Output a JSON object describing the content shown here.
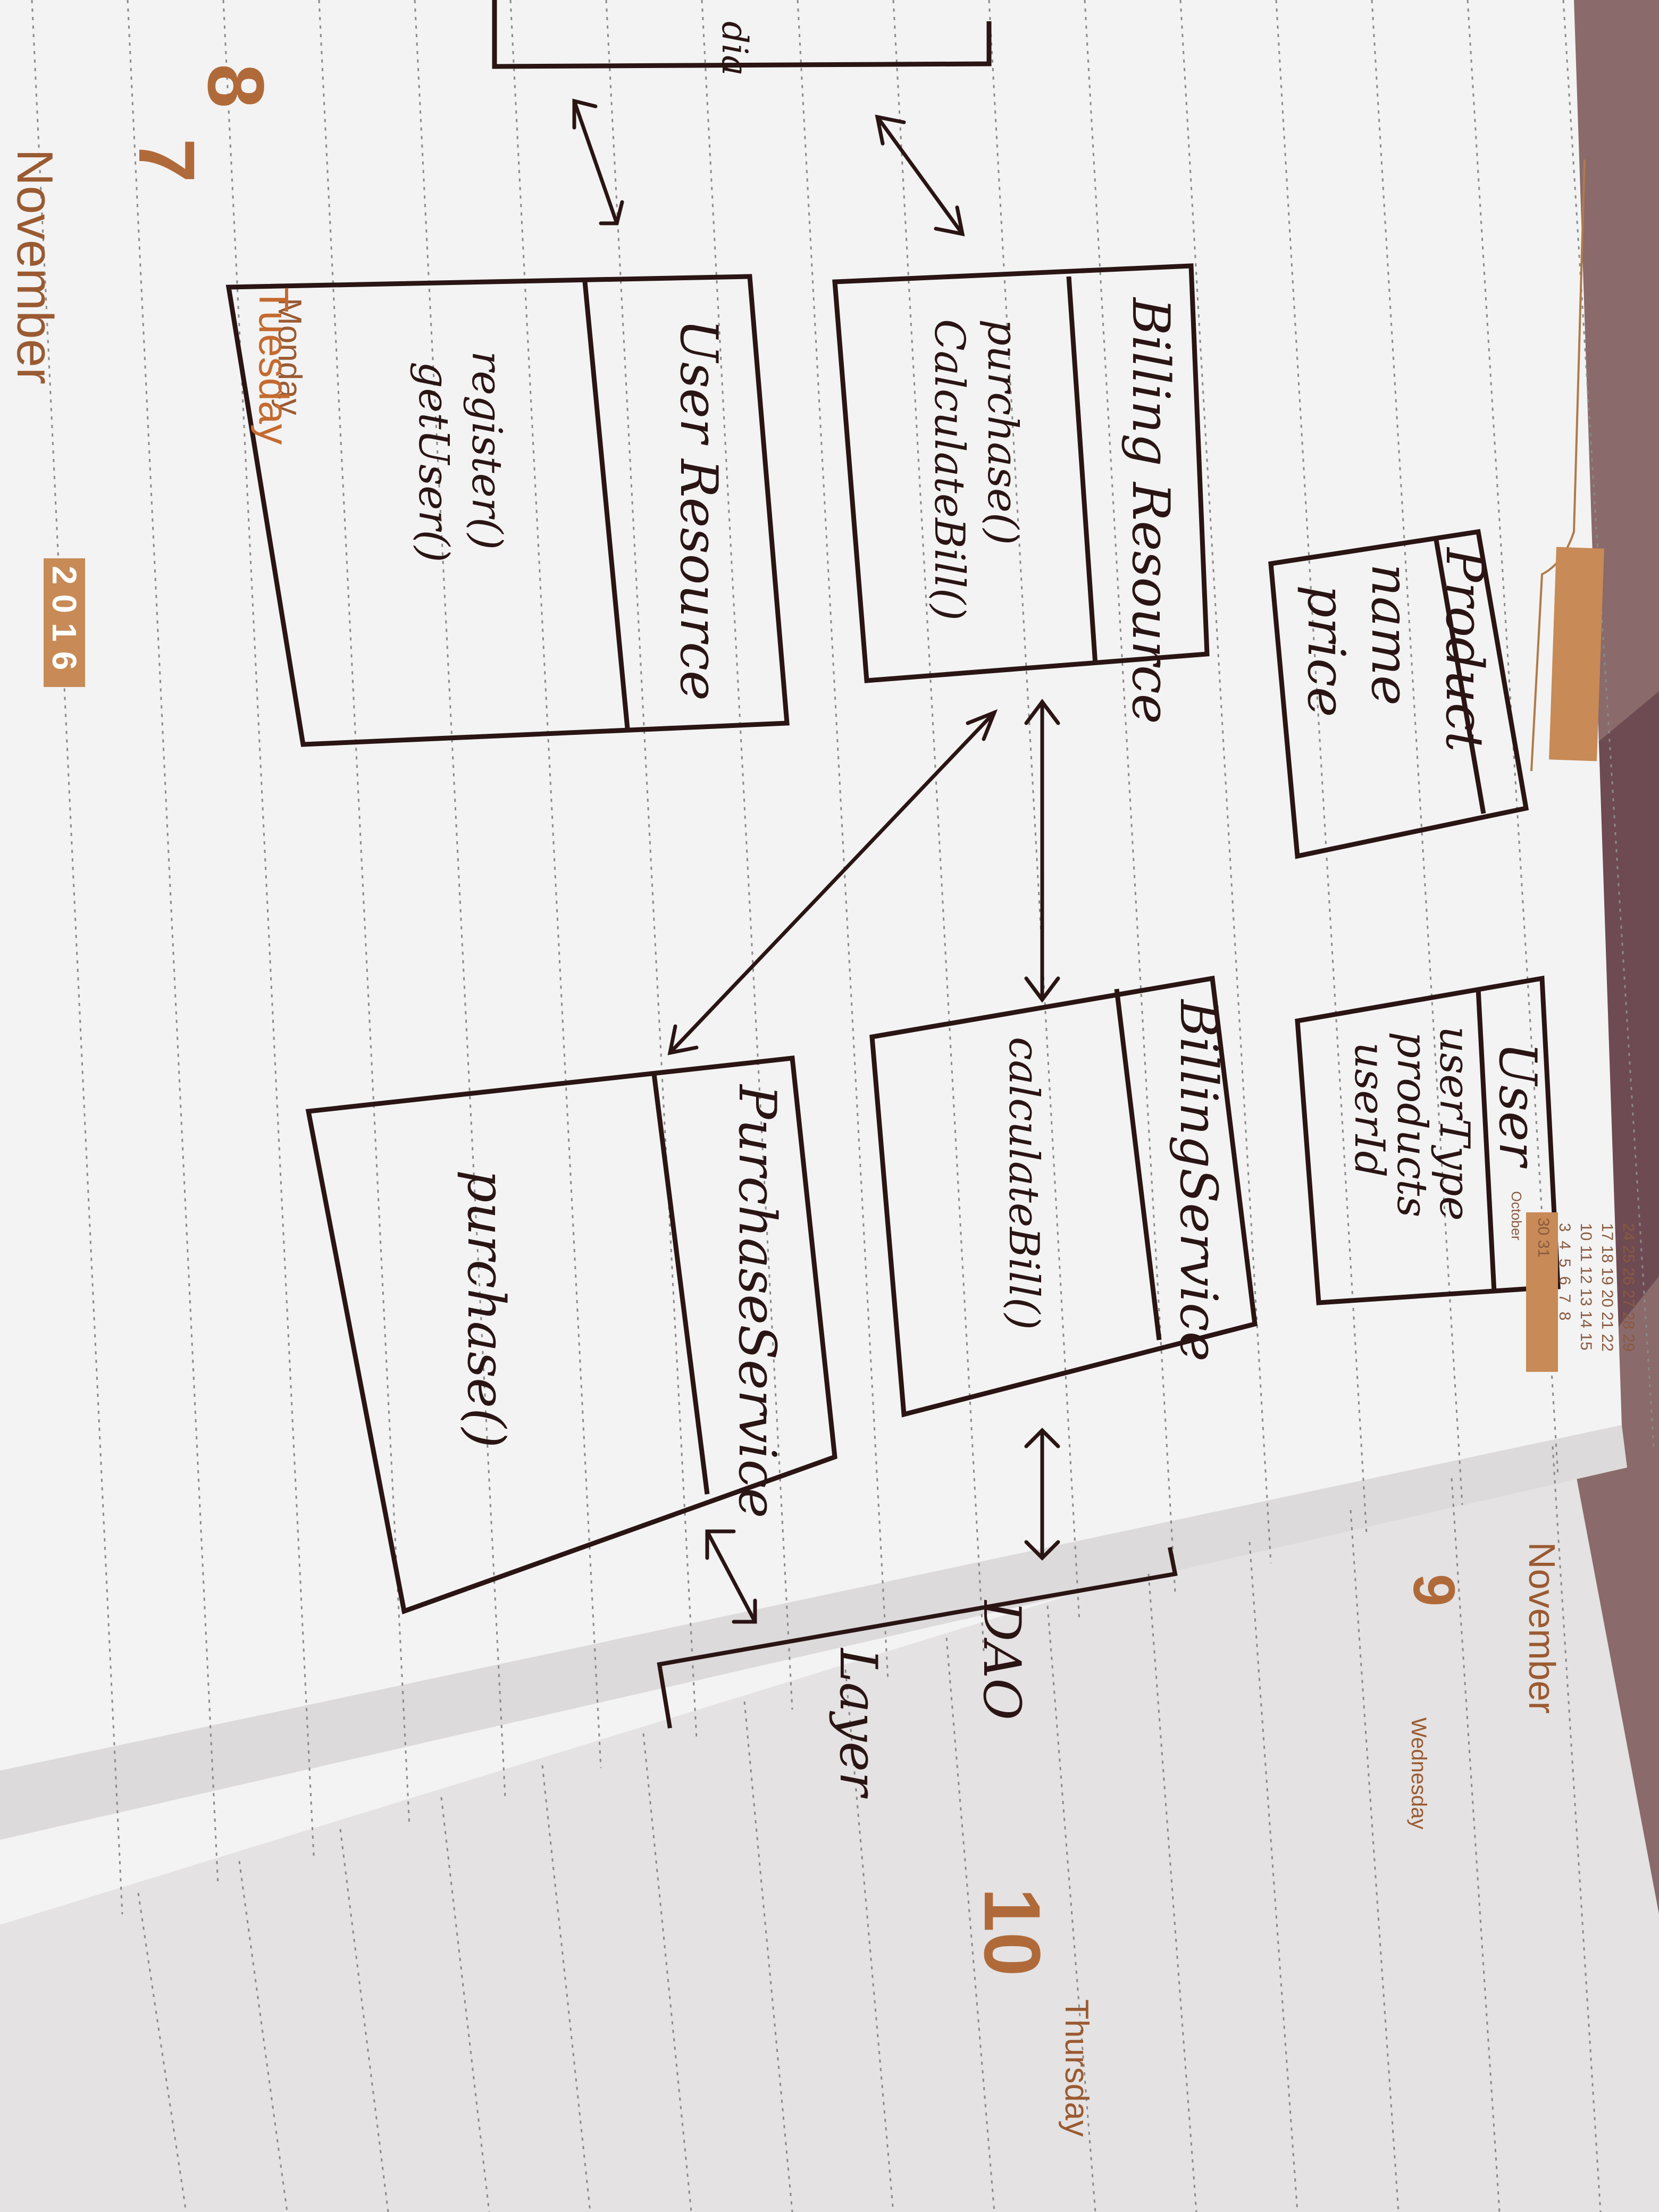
{
  "planner": {
    "month_left": "November",
    "month_right": "November",
    "year": "2016",
    "days": [
      {
        "num": "7",
        "name": "Monday"
      },
      {
        "num": "8",
        "name": "Tuesday"
      },
      {
        "num": "9",
        "name": "Wednesday"
      },
      {
        "num": "10",
        "name": "Thursday"
      }
    ],
    "mini_calendar": {
      "month": "October",
      "rows": [
        "30 31",
        "3  4  5  6  7  8",
        "10 11 12 13 14 15",
        "17 18 19 20 21 22",
        "24 25 26 27 28 29"
      ]
    }
  },
  "diagram": {
    "classes": [
      {
        "name": "Product",
        "members": [
          "name",
          "price"
        ]
      },
      {
        "name": "User",
        "members": [
          "userType",
          "products",
          "userId"
        ]
      },
      {
        "name": "Billing Resource",
        "members": [
          "purchase()",
          "CalculateBill()"
        ]
      },
      {
        "name": "User Resource",
        "members": [
          "register()",
          "getUser()"
        ]
      },
      {
        "name": "BillingService",
        "members": [
          "calculateBill()"
        ]
      },
      {
        "name": "PurchaseService",
        "members": [
          "purchase()"
        ]
      }
    ],
    "labels": {
      "dao_layer_1": "DAO",
      "dao_layer_2": "Layer",
      "top_fragment": "dia"
    }
  }
}
